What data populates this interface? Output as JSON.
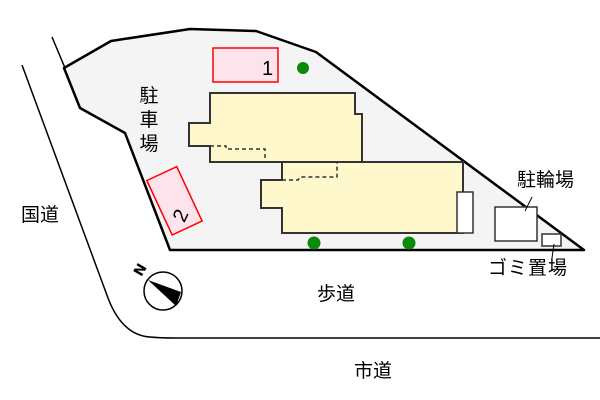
{
  "map": {
    "labels": {
      "parking": "駐車場",
      "parking_chars": [
        "駐",
        "車",
        "場"
      ],
      "bicycle_parking": "駐輪場",
      "garbage_area": "ゴミ置場",
      "sidewalk": "歩道",
      "national_road": "国道",
      "city_road": "市道"
    },
    "parking_slots": [
      {
        "number": "1"
      },
      {
        "number": "2"
      }
    ],
    "compass": {
      "north_label": "N"
    },
    "colors": {
      "lot_fill": "#f4f4f4",
      "building_fill": "#fff8cc",
      "slot_fill": "#fde4ec",
      "slot_border": "#ff0000",
      "tree": "#0a8a0a",
      "outline": "#000000"
    }
  }
}
